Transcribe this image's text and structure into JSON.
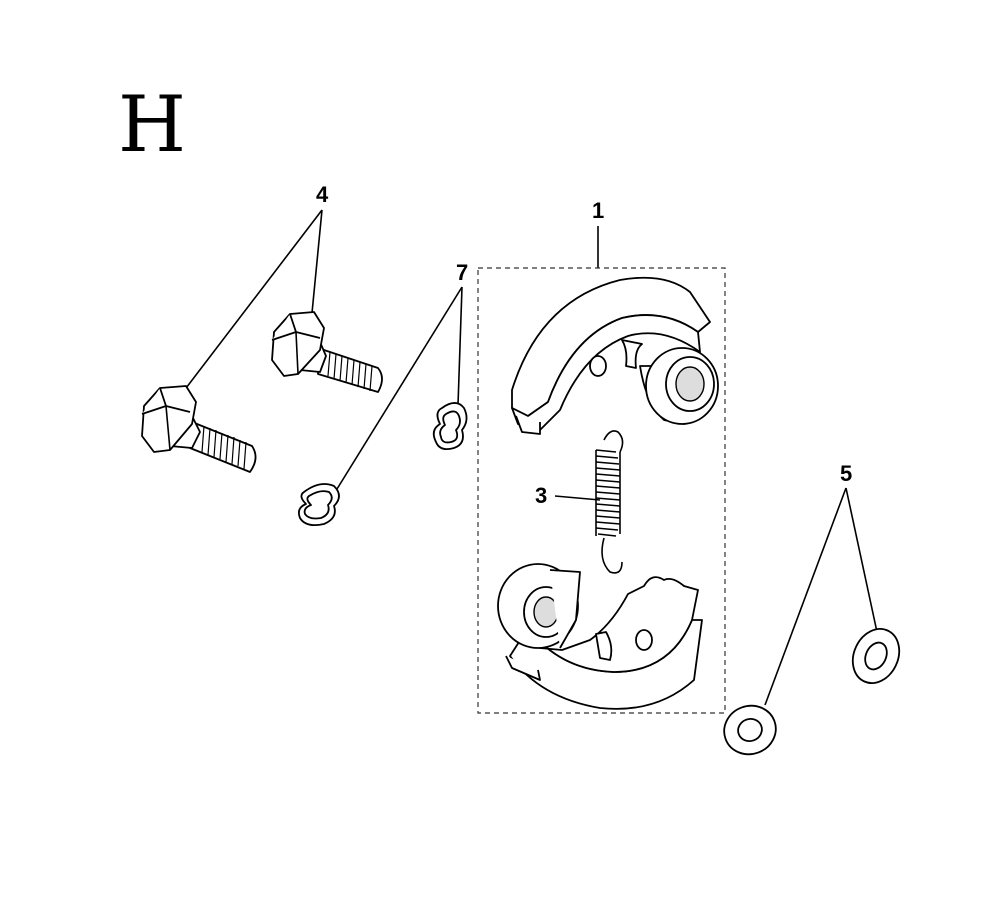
{
  "section": {
    "letter": "H"
  },
  "callouts": {
    "shoe_assembly": "1",
    "spring": "3",
    "bolt": "4",
    "washer": "5",
    "retainer": "7"
  },
  "icons": {
    "bolt": "hex-bolt-icon",
    "retainer": "retainer-ring-icon",
    "washer": "flat-washer-icon",
    "spring": "coil-spring-icon",
    "shoe": "clutch-shoe-icon"
  }
}
